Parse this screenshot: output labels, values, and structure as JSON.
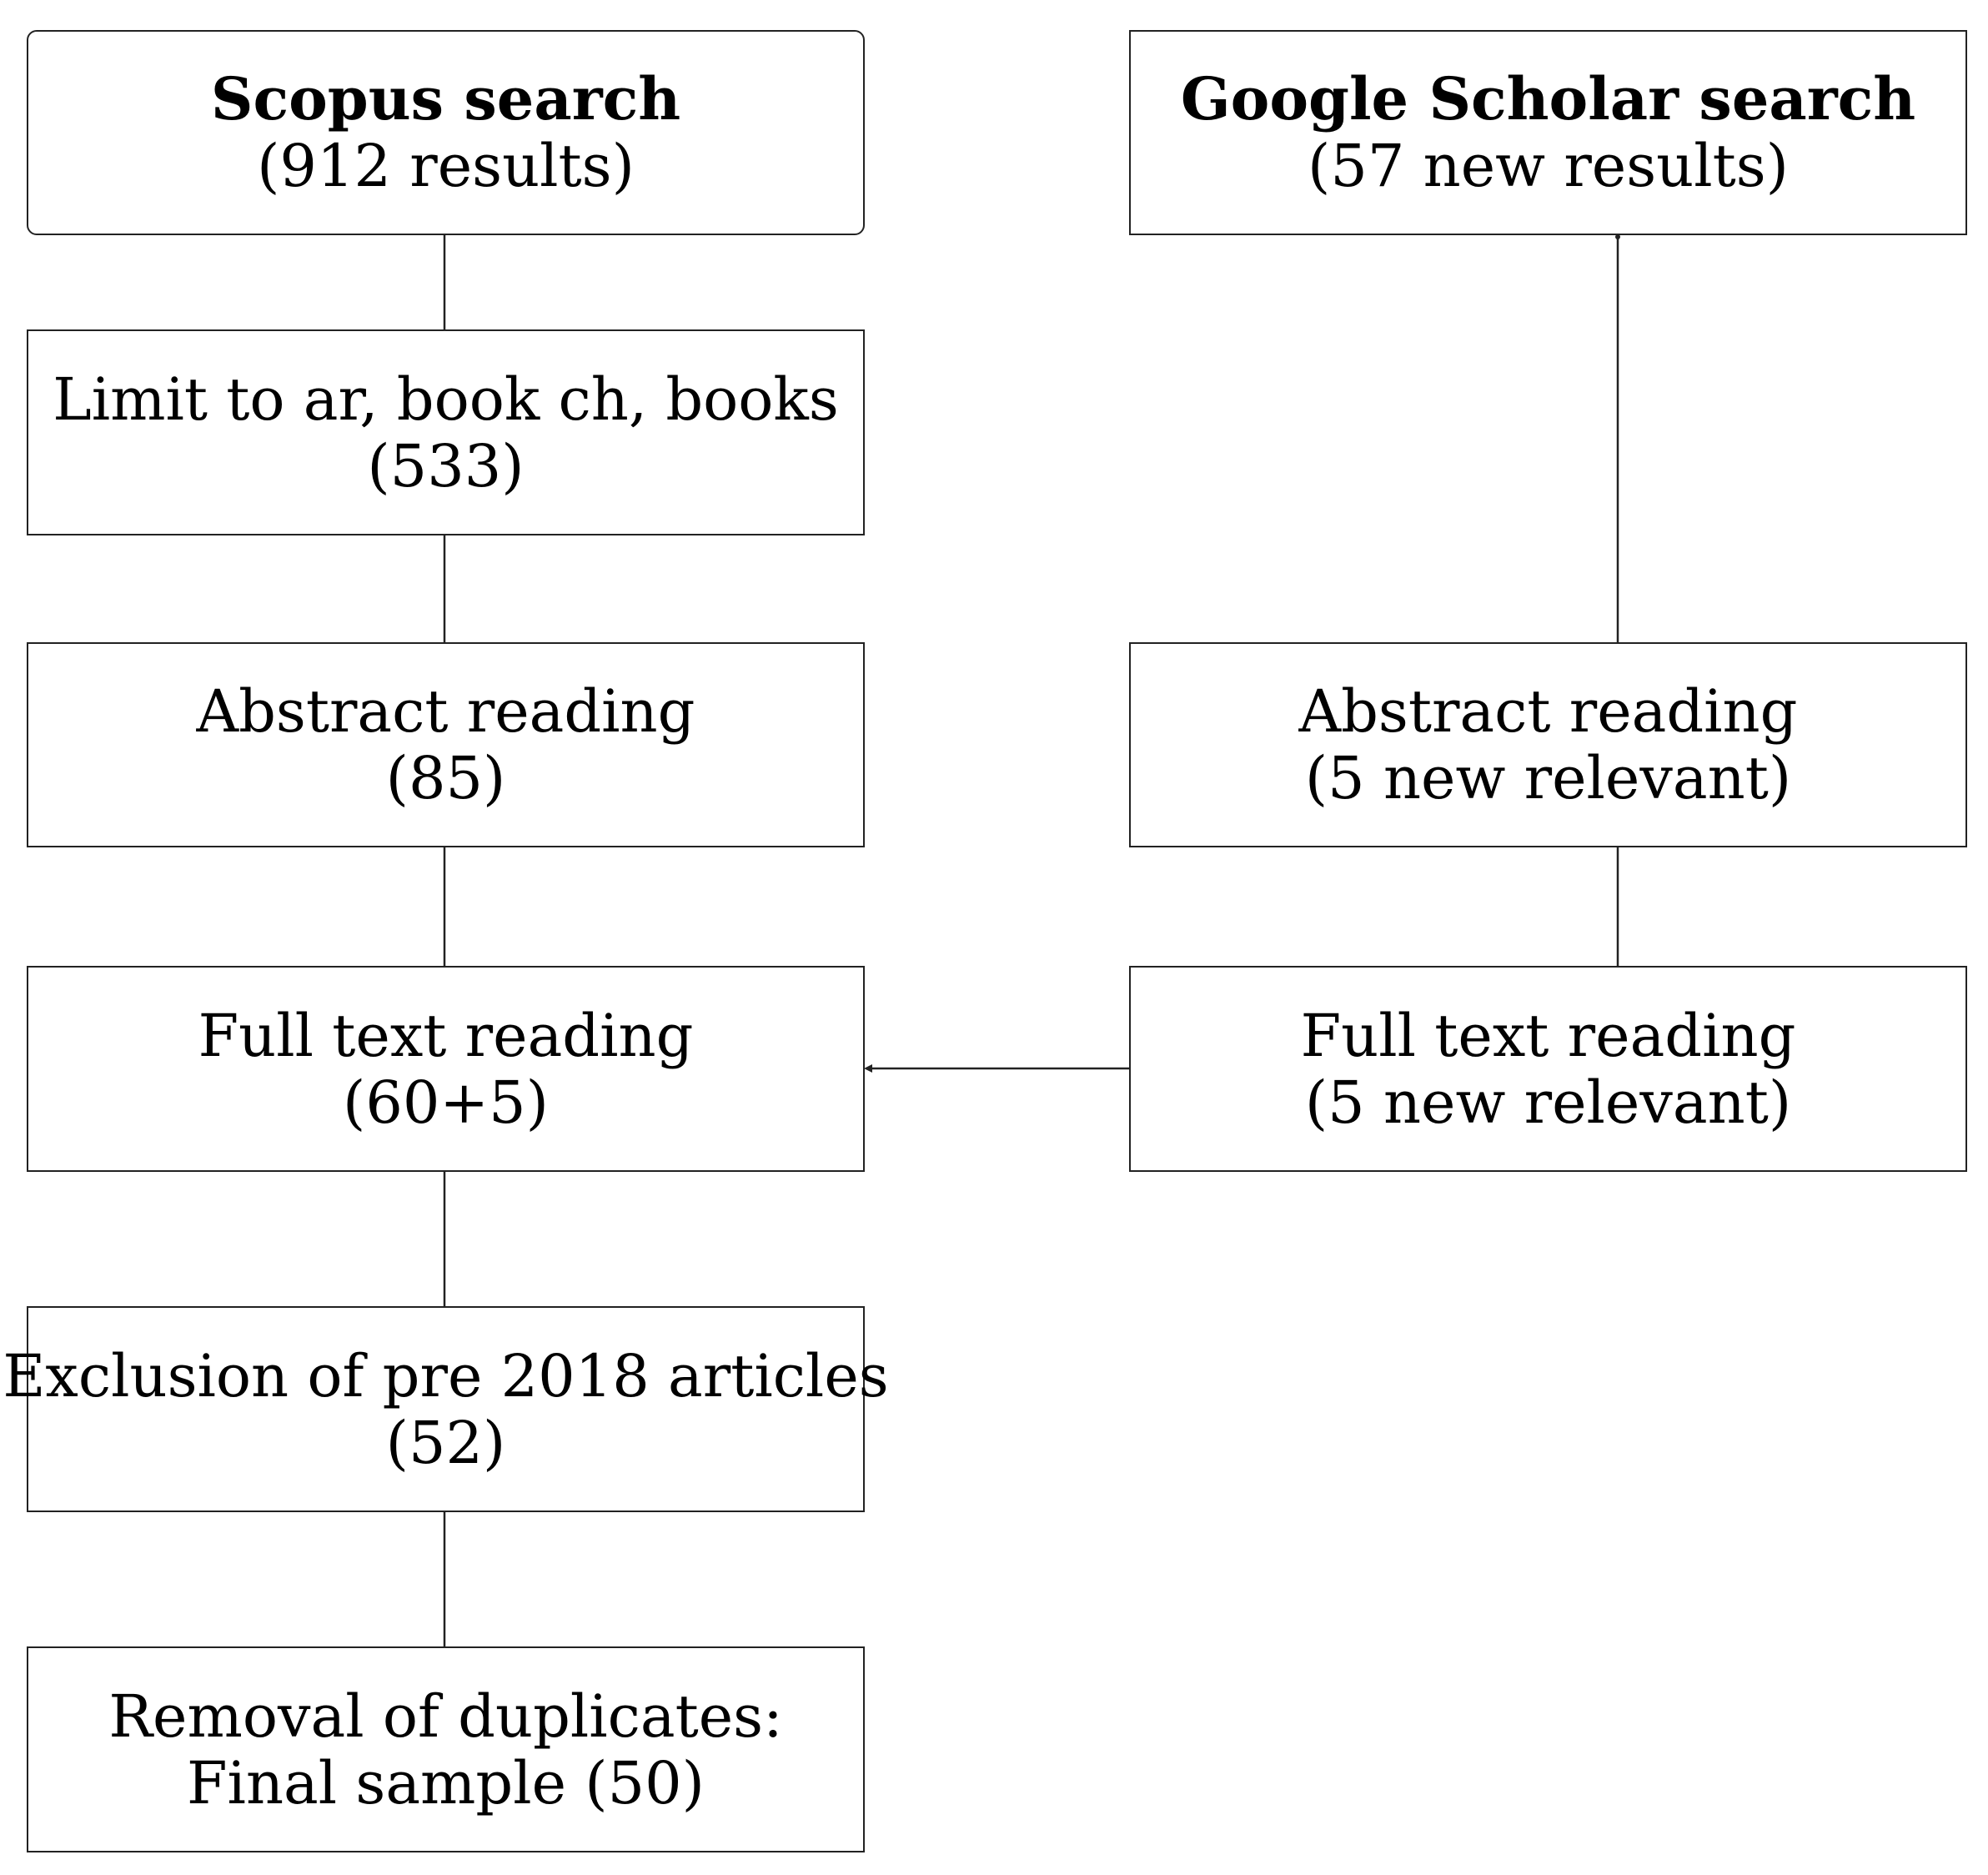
{
  "nodes": {
    "scopus": {
      "title": "Scopus search",
      "detail": "(912 results)"
    },
    "limit": {
      "title": "Limit to ar, book ch, books",
      "detail": "(533)"
    },
    "abstract_left": {
      "title": "Abstract reading",
      "detail": "(85)"
    },
    "fulltext_left": {
      "title": "Full text reading",
      "detail": "(60+5)"
    },
    "exclusion": {
      "title": "Exclusion of pre 2018 articles",
      "detail": "(52)"
    },
    "removal": {
      "title": "Removal of duplicates:",
      "detail": "Final sample (50)"
    },
    "google": {
      "title": "Google Scholar search",
      "detail": "(57 new results)"
    },
    "abstract_right": {
      "title": "Abstract reading",
      "detail": "(5 new relevant)"
    },
    "fulltext_right": {
      "title": "Full text reading",
      "detail": "(5 new relevant)"
    }
  },
  "colors": {
    "line": "#222222",
    "background": "#ffffff",
    "text": "#000000"
  }
}
